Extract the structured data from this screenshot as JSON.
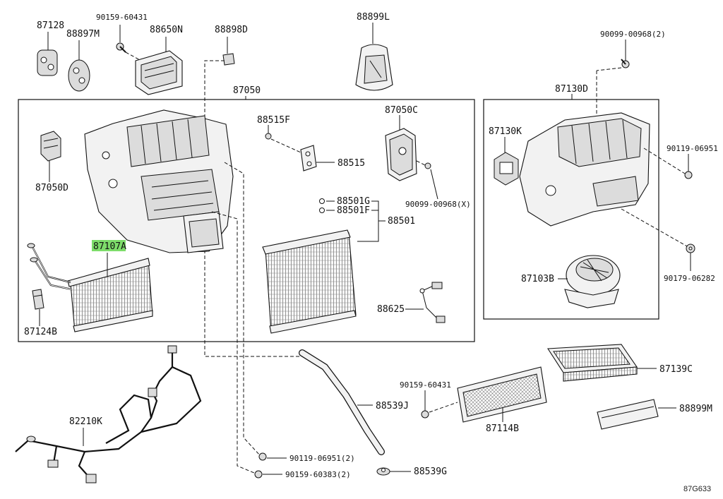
{
  "parts": [
    {
      "id": "p87128",
      "label": "87128"
    },
    {
      "id": "p88897M",
      "label": "88897M"
    },
    {
      "id": "p90159_60431_top",
      "label": "90159-60431"
    },
    {
      "id": "p88650N",
      "label": "88650N"
    },
    {
      "id": "p88898D",
      "label": "88898D"
    },
    {
      "id": "p88899L",
      "label": "88899L"
    },
    {
      "id": "p90099_00968_2",
      "label": "90099-00968(2)"
    },
    {
      "id": "p87050",
      "label": "87050"
    },
    {
      "id": "p87130D",
      "label": "87130D"
    },
    {
      "id": "p88515F",
      "label": "88515F"
    },
    {
      "id": "p87050C",
      "label": "87050C"
    },
    {
      "id": "p87130K",
      "label": "87130K"
    },
    {
      "id": "p90119_06951_right",
      "label": "90119-06951"
    },
    {
      "id": "p88515",
      "label": "88515"
    },
    {
      "id": "p87050D",
      "label": "87050D"
    },
    {
      "id": "p90099_00968_X",
      "label": "90099-00968(X)"
    },
    {
      "id": "p88501G",
      "label": "88501G"
    },
    {
      "id": "p88501F",
      "label": "88501F"
    },
    {
      "id": "p88501",
      "label": "88501"
    },
    {
      "id": "p87107A",
      "label": "87107A",
      "highlighted": true
    },
    {
      "id": "p90179_06282",
      "label": "90179-06282"
    },
    {
      "id": "p87103B",
      "label": "87103B"
    },
    {
      "id": "p88625",
      "label": "88625"
    },
    {
      "id": "p87124B",
      "label": "87124B"
    },
    {
      "id": "p87139C",
      "label": "87139C"
    },
    {
      "id": "p90159_60431_mid",
      "label": "90159-60431"
    },
    {
      "id": "p88539J",
      "label": "88539J"
    },
    {
      "id": "p88899M",
      "label": "88899M"
    },
    {
      "id": "p82210K",
      "label": "82210K"
    },
    {
      "id": "p87114B",
      "label": "87114B"
    },
    {
      "id": "p90119_06951_2",
      "label": "90119-06951(2)"
    },
    {
      "id": "p90159_60383_2",
      "label": "90159-60383(2)"
    },
    {
      "id": "p88539G",
      "label": "88539G"
    }
  ],
  "highlight_color": "#7ddc6a",
  "figure_ref": "87G633"
}
